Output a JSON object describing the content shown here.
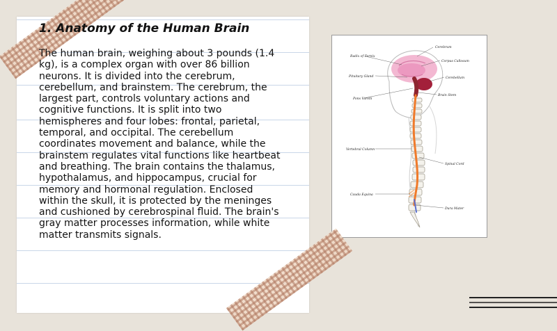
{
  "slide": {
    "title": "1. Anatomy of the Human Brain",
    "body": "The human brain, weighing about 3 pounds (1.4 kg), is a complex organ with over 86 billion neurons. It is divided into the cerebrum, cerebellum, and brainstem. The cerebrum, the largest part, controls voluntary actions and cognitive functions. It is split into two hemispheres and four lobes: frontal, parietal, temporal, and occipital. The cerebellum coordinates movement and balance, while the brainstem regulates vital functions like heartbeat and breathing. The brain contains the thalamus, hypothalamus, and hippocampus, crucial for memory and hormonal regulation. Enclosed within the skull, it is protected by the meninges and cushioned by cerebrospinal fluid. The brain's gray matter processes information, while white matter transmits signals."
  },
  "diagram": {
    "labels": {
      "cerebrum": "Cerebrum",
      "radix_fornicis": "Radix of Fornix",
      "corpus_callosum": "Corpus Callosum",
      "pituitary": "Pituitary Gland",
      "cerebellum": "Cerebellum",
      "pons": "Pons Varolii",
      "brain_stem": "Brain Stem",
      "vertebral_column": "Vertebral Column",
      "spinal_cord": "Spinal Cord",
      "cauda_equina": "Cauda Equina",
      "dura_mater": "Dura Mater"
    },
    "colors": {
      "brain": "#f3b8d2",
      "cerebellum": "#a3203a",
      "spinal_cord": "#f07a2a",
      "dura": "#5a6fd0"
    }
  }
}
